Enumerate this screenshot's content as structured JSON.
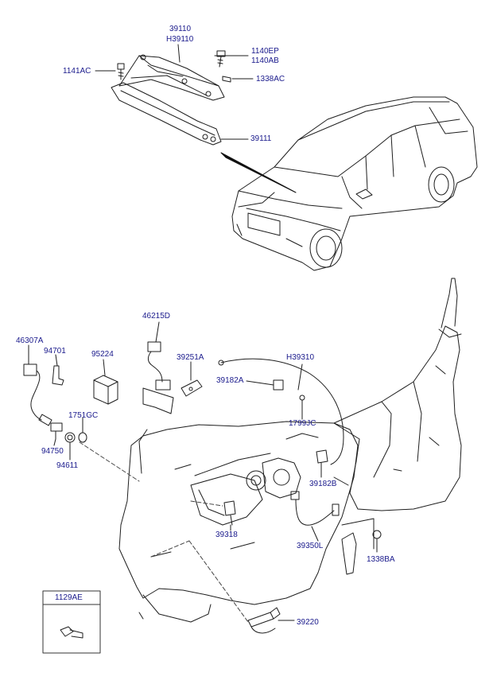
{
  "colors": {
    "label": "#1a1a8c",
    "line": "#1e1e1e",
    "background": "#ffffff"
  },
  "labels": {
    "p39110": "39110",
    "h39110": "H39110",
    "p1140ep": "1140EP",
    "p1140ab": "1140AB",
    "p1141ac": "1141AC",
    "p1338ac": "1338AC",
    "p39111": "39111",
    "p46215d": "46215D",
    "p46307a": "46307A",
    "p94701": "94701",
    "p95224": "95224",
    "p39251a": "39251A",
    "h39310": "H39310",
    "p39182a": "39182A",
    "p1751gc": "1751GC",
    "p1799jc": "1799JC",
    "p94750": "94750",
    "p94611": "94611",
    "p39182b": "39182B",
    "p39318": "39318",
    "p39350l": "39350L",
    "p1338ba": "1338BA",
    "p1129ae": "1129AE",
    "p39220": "39220"
  }
}
